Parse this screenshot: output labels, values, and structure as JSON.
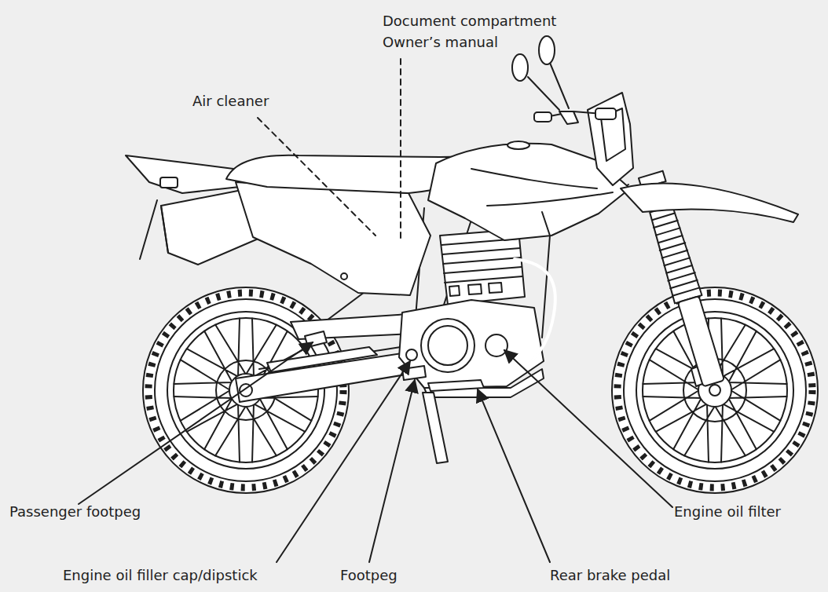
{
  "diagram": {
    "labels": [
      "Document compartment",
      "Owner’s manual",
      "Air cleaner",
      "Passenger footpeg",
      "Engine oil filler cap/dipstick",
      "Footpeg",
      "Rear brake pedal",
      "Engine oil filter"
    ]
  }
}
